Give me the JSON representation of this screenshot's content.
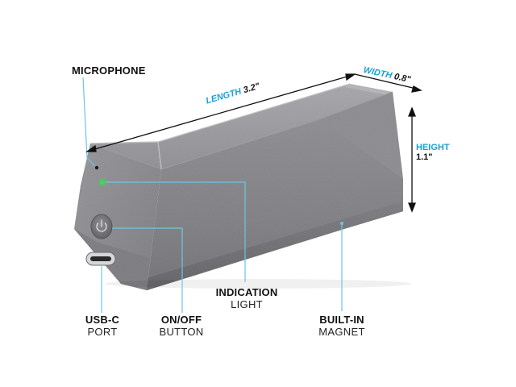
{
  "labels": {
    "microphone": "MICROPHONE",
    "indication_1": "INDICATION",
    "indication_2": "LIGHT",
    "usbc_1": "USB-C",
    "usbc_2": "PORT",
    "onoff_1": "ON/OFF",
    "onoff_2": "BUTTON",
    "builtin_1": "BUILT-IN",
    "builtin_2": "MAGNET"
  },
  "dimensions": {
    "length_name": "LENGTH",
    "length_value": "3.2\"",
    "width_name": "WIDTH",
    "width_value": "0.8\"",
    "height_name": "HEIGHT",
    "height_value": "1.1\""
  },
  "colors": {
    "accent": "#1aa0d8",
    "callout_line": "#6cc4e8",
    "body_gray": "#8a8a8e",
    "led": "#35e04a"
  },
  "icons": {
    "power": "power-icon"
  }
}
